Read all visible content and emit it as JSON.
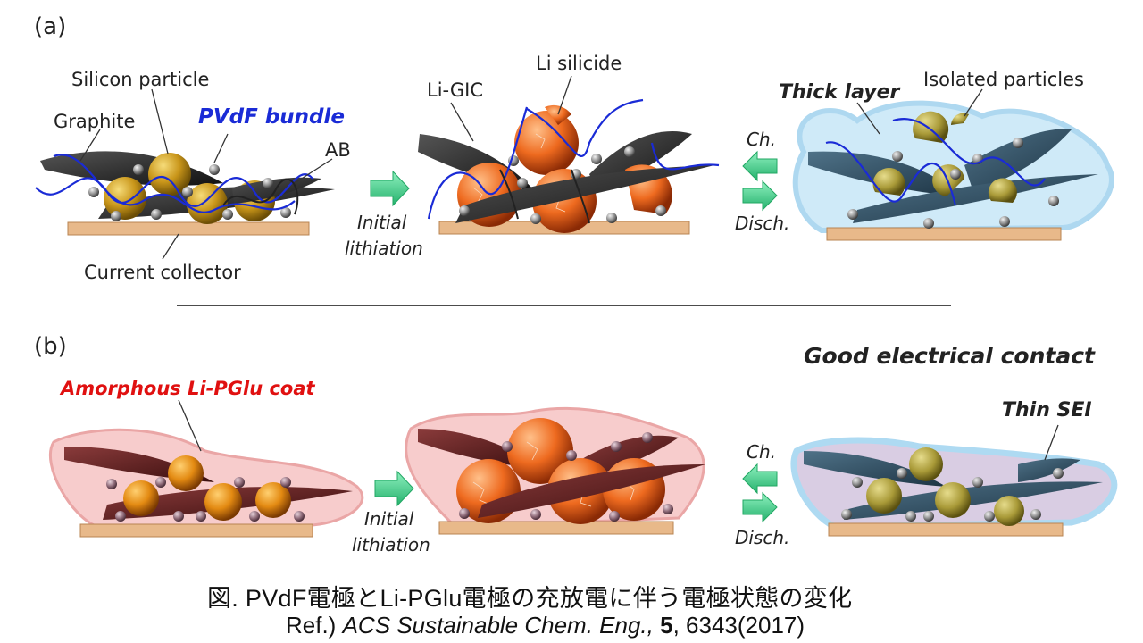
{
  "panels": {
    "a": {
      "tag": "(a)",
      "labels": {
        "silicon_particle": "Silicon particle",
        "graphite": "Graphite",
        "pvdf_bundle": "PVdF bundle",
        "ab": "AB",
        "current_collector": "Current collector",
        "li_gic": "Li-GIC",
        "li_silicide": "Li silicide",
        "thick_layer": "Thick layer",
        "isolated_particles": "Isolated particles",
        "initial_1": "Initial",
        "initial_2": "lithiation",
        "ch": "Ch.",
        "disch": "Disch."
      }
    },
    "b": {
      "tag": "(b)",
      "labels": {
        "good_contact": "Good electrical contact",
        "amorphous_coat": "Amorphous Li-PGlu coat",
        "thin_sei": "Thin SEI",
        "initial_1": "Initial",
        "initial_2": "lithiation",
        "ch": "Ch.",
        "disch": "Disch."
      }
    }
  },
  "caption": {
    "title": "図.  PVdF電極とLi-PGlu電極の充放電に伴う電極状態の変化",
    "ref_prefix": "Ref.) ",
    "ref_journal": "ACS Sustainable Chem. Eng.,",
    "ref_volume": "5",
    "ref_rest": ", 6343(2017)"
  },
  "colors": {
    "pvdf_label": "#1a2bd6",
    "coat_label": "#e01010",
    "collector": "#e8b98a",
    "arrow": "#3fce86"
  }
}
